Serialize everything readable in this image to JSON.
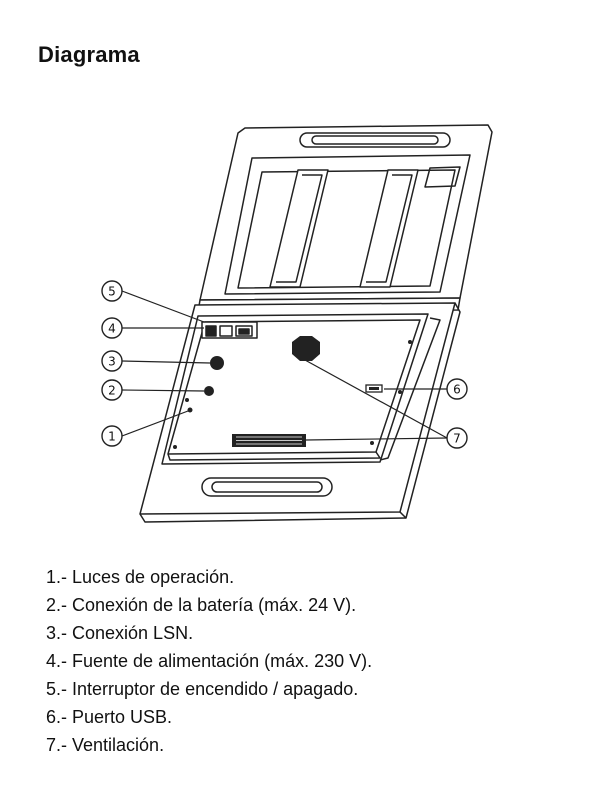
{
  "title": "Diagrama",
  "callouts": [
    "5",
    "4",
    "3",
    "2",
    "1",
    "6",
    "7"
  ],
  "legend": [
    "1.- Luces de operación.",
    "2.- Conexión de la batería (máx. 24 V).",
    "3.- Conexión LSN.",
    "4.- Fuente de alimentación (máx. 230 V).",
    "5.- Interruptor de encendido / apagado.",
    "6.- Puerto USB.",
    "7.- Ventilación."
  ]
}
